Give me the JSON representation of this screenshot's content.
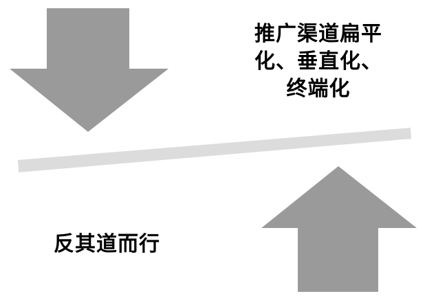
{
  "top_text": {
    "line1": "推广渠道扁平",
    "line2": "化、垂直化、",
    "line3": "终端化"
  },
  "bottom_text": "反其道而行",
  "colors": {
    "arrow": "#9a9a9a",
    "bar": "#dcdcdc",
    "text": "#000000",
    "background": "#ffffff"
  },
  "icons": {
    "down_arrow": "arrow-down-icon",
    "up_arrow": "arrow-up-icon"
  }
}
